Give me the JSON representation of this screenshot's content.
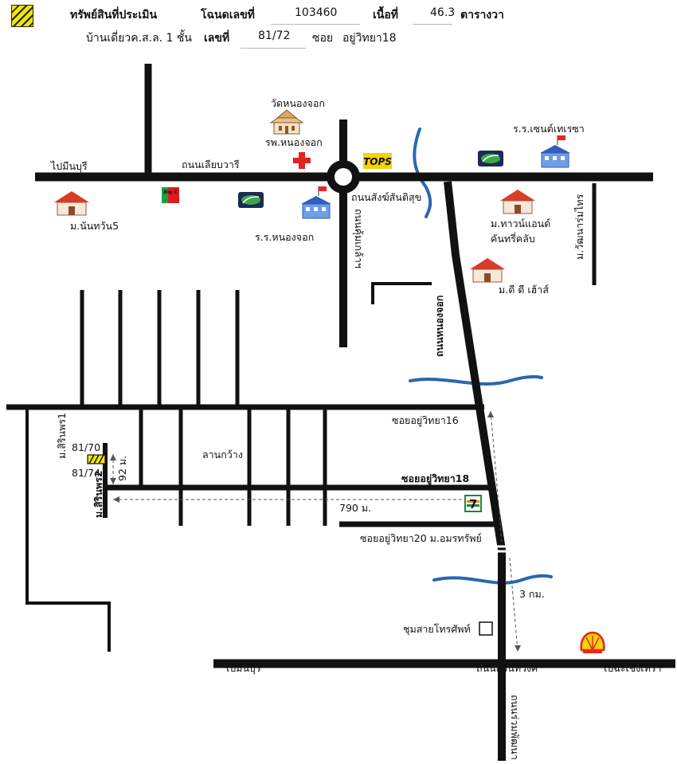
{
  "header": {
    "legend_label": "ทรัพย์สินที่ประเมิน",
    "deed_label": "โฉนดเลขที่",
    "deed_value": "103460",
    "area_label": "เนื้อที่",
    "area_value": "46.3",
    "area_unit": "ตารางวา",
    "building_type": "บ้านเดี่ยวค.ส.ล. 1 ชั้น",
    "house_no_label": "เลขที่",
    "house_no_value": "81/72",
    "soi_label": "ซอย",
    "soi_value": "อยู่วิทยา18"
  },
  "map": {
    "roads": {
      "road_north": "ไปมีนบุรี",
      "road_lieb_wari": "ถนนเลียบวารี",
      "road_sangkhom": "ถนนสังฆ์สันติสุข",
      "road_khum_thong": "ถนนคุ้มเกล้าฯ",
      "road_nong_jok": "ถนนหนองจอก",
      "road_suwinthawong": "ถนนสุวินทวงศ์",
      "road_ruam_phatthana": "ถนนร่วมพัฒนา",
      "road_east_soi": "ม.วัฒนาร่มไทร",
      "to_minburi": "ไปมีนบุรี",
      "to_chachoengsao": "ไปฉะเชิงเทรา",
      "soi_16": "ซอยอยู่วิทยา16",
      "soi_18": "ซอยอยู่วิทยา18",
      "soi_20": "ซอยอยู่วิทยา20 ม.อมรทรัพย์",
      "sirin_1": "ม.สิรินพร1",
      "sirin_2": "ม.สิรินพร2"
    },
    "landmarks": {
      "wat": "วัดหนองจอก",
      "hospital": "รพ.หนองจอก",
      "school_nongjok": "ร.ร.หนองจอก",
      "school_st": "ร.ร.เซนต์เทเรซา",
      "village_nanthawan": "ม.นันทวัน5",
      "village_town_1": "ม.ทาวน์แอนด์",
      "village_town_2": "คันทรี่คลับ",
      "village_dd": "ม.ดี ดี เฮ้าส์",
      "plaza": "ลานกว้าง",
      "exchange": "ชุมสายโทรศัพท์",
      "tops": "TOPS",
      "big_c": "Big C",
      "seven": "7"
    },
    "plot": {
      "left_no": "81/70",
      "right_no": "81/74"
    },
    "distances": {
      "d92": "92 ม.",
      "d790": "790 ม.",
      "d3km": "3 กม."
    },
    "colors": {
      "road": "#111111",
      "river": "#2a67b0",
      "house_roof": "#d83c2a",
      "school": "#4a7fd4",
      "plot_fill": "#f2e600",
      "shell": "#e8261c"
    }
  }
}
